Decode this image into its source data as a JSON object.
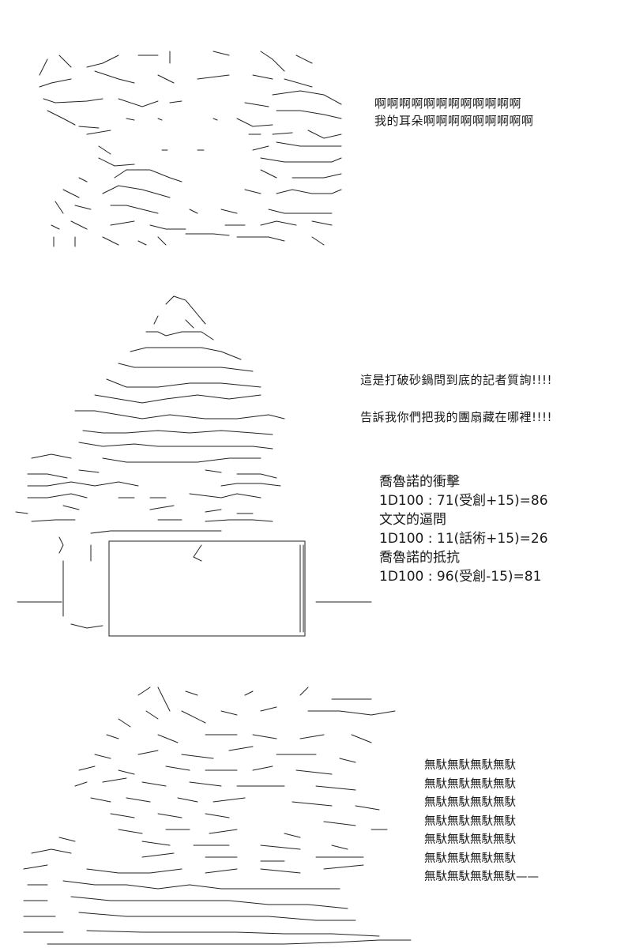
{
  "panel1": {
    "lines": [
      "啊啊啊啊啊啊啊啊啊啊啊啊",
      "我的耳朵啊啊啊啊啊啊啊啊啊"
    ]
  },
  "panel2": {
    "line1": "這是打破砂鍋問到底的記者質詢!!!!",
    "line2": "告訴我你們把我的團扇藏在哪裡!!!!",
    "dice": [
      "喬魯諾的衝擊",
      "1D100 : 71(受創+15)=86",
      "文文的逼問",
      "1D100 : 11(話術+15)=26",
      "喬魯諾的抵抗",
      "1D100 : 96(受創-15)=81"
    ]
  },
  "panel3": {
    "lines": [
      "無馱無馱無馱無馱",
      "無馱無馱無馱無馱",
      "無馱無馱無馱無馱",
      "無馱無馱無馱無馱",
      "無馱無馱無馱無馱",
      "無馱無馱無馱無馱",
      "無馱無馱無馱無馱——"
    ]
  }
}
